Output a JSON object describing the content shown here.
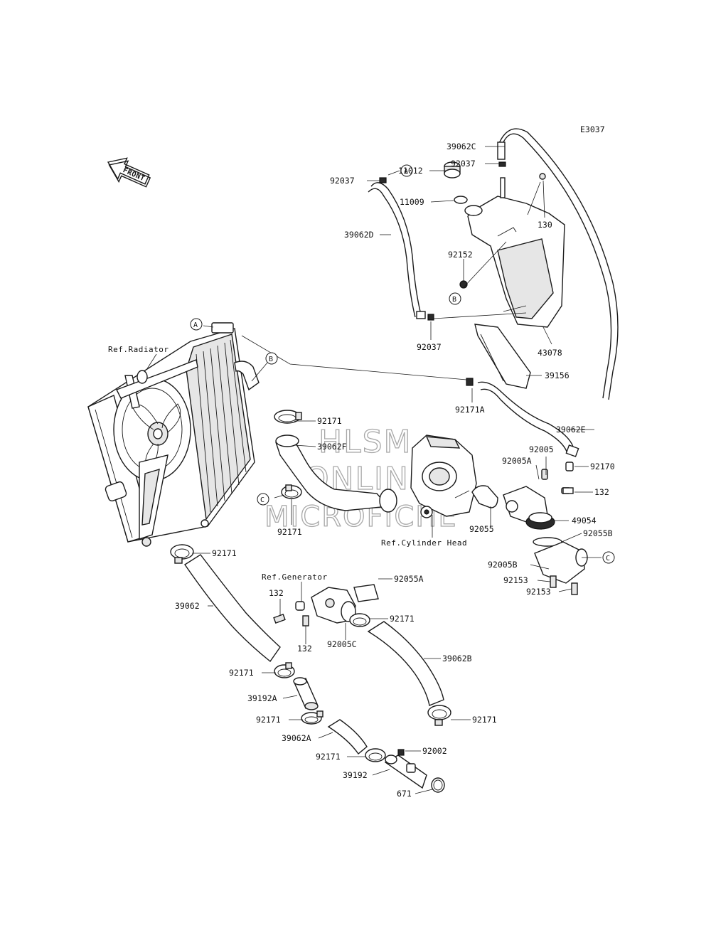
{
  "diagram_code": "E3037",
  "front_label": "FRONT",
  "watermark": [
    "HLSM",
    "ONLINE",
    "MICROFICHE"
  ],
  "references": {
    "radiator": "Ref.Radiator",
    "cylinder_head": "Ref.Cylinder Head",
    "generator": "Ref.Generator"
  },
  "connectors": [
    "A",
    "B",
    "C"
  ],
  "parts": {
    "p39062C": "39062C",
    "p92037_top_right": "92037",
    "p92037_top_left": "92037",
    "p11012": "11012",
    "p11009": "11009",
    "p130": "130",
    "p39062D": "39062D",
    "p92152": "92152",
    "p92037_mid": "92037",
    "p43078": "43078",
    "p39156": "39156",
    "p92171_top": "92171",
    "p39062F": "39062F",
    "p92171A": "92171A",
    "p39062E": "39062E",
    "p92005": "92005",
    "p92005A": "92005A",
    "p92170": "92170",
    "p132_right": "132",
    "p92171_c": "92171",
    "p92055": "92055",
    "p49054": "49054",
    "p92055B": "92055B",
    "p92005B": "92005B",
    "p92153_a": "92153",
    "p92153_b": "92153",
    "p92171_rad": "92171",
    "p92055A": "92055A",
    "p132_gen_top": "132",
    "p39062": "39062",
    "p92171_gen": "92171",
    "p132_gen_bottom": "132",
    "p92005C": "92005C",
    "p39062B": "39062B",
    "p92171_lower1": "92171",
    "p39192A": "39192A",
    "p92171_lower2": "92171",
    "p92171_right_low": "92171",
    "p39062A": "39062A",
    "p92171_lower3": "92171",
    "p92002": "92002",
    "p39192": "39192",
    "p671": "671"
  }
}
